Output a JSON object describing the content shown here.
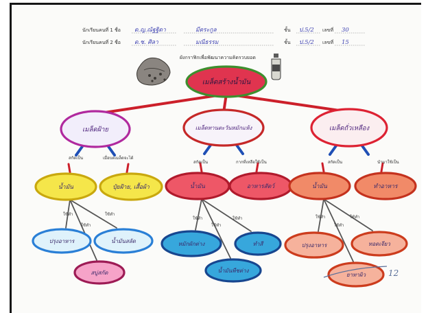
{
  "header": {
    "student1": {
      "prefix": "นักเรียนคนที่ 1 ชื่อ",
      "name": "ด.ญ.ณัฐฐิดา",
      "surname": "มีตระกูล",
      "class_label": "ชั้น",
      "class": "ป.5/2",
      "no_label": "เลขที่",
      "no": "30"
    },
    "student2": {
      "prefix": "นักเรียนคนที่ 2 ชื่อ",
      "name": "ด.ช. ศิลา",
      "surname": "มณีธรรม",
      "class_label": "ชั้น",
      "class": "ป.5/2",
      "no_label": "เลขที่",
      "no": "15"
    }
  },
  "diagram_title": "ผังกราฟิกเพื่อพัฒนาความคิดรวบยอด",
  "root": {
    "label": "เมล็ดสร้างน้ำมัน",
    "fill": "#e0344f",
    "ring": "#3d8f2e"
  },
  "branches": [
    {
      "label": "เมล็ดฝ้าย",
      "fill": "#f2eefb",
      "ring": "#b0299e",
      "edge": "#cc1f2a",
      "sub_labels": [
        "สกัดเป็น",
        "เมื่อบดเมล็ดจะได้"
      ],
      "children": [
        {
          "label": "น้ำมัน",
          "fill": "#f5e64a",
          "ring": "#c9a80e"
        },
        {
          "label": "ปุ๋ยฝ้าย, เสื้อผ้า",
          "fill": "#f5e64a",
          "ring": "#c9a80e"
        }
      ],
      "use_labels": [
        "ใช้ทำ",
        "ใช้ทำ",
        "ใช้ทำ"
      ],
      "grandchildren": [
        {
          "label": "ปรุงอาหาร",
          "fill": "#dff2fb",
          "ring": "#2a7fd6"
        },
        {
          "label": "น้ำมันสลัด",
          "fill": "#dff2fb",
          "ring": "#2a7fd6"
        },
        {
          "label": "สบู่สกัด",
          "fill": "#f6a3c8",
          "ring": "#9d1b55"
        }
      ]
    },
    {
      "label": "เมล็ดทานตะวันหมักแห้ง",
      "fill": "#f7f3fa",
      "ring": "#c52828",
      "edge": "#cc1f2a",
      "sub_labels": [
        "สกัดเป็น",
        "กากที่เหลือใช้เป็น"
      ],
      "children": [
        {
          "label": "น้ำมัน",
          "fill": "#ee5767",
          "ring": "#b01a2c"
        },
        {
          "label": "อาหารสัตว์",
          "fill": "#ee5767",
          "ring": "#b01a2c"
        }
      ],
      "use_labels": [
        "ใช้ทำ",
        "ใช้ทำ",
        "ใช้ทำ"
      ],
      "grandchildren": [
        {
          "label": "หมักผักต่าง",
          "fill": "#37a7dc",
          "ring": "#17468f"
        },
        {
          "label": "ทำสี",
          "fill": "#37a7dc",
          "ring": "#17468f"
        },
        {
          "label": "น้ำมันพืชต่าง",
          "fill": "#37a7dc",
          "ring": "#17468f"
        }
      ]
    },
    {
      "label": "เมล็ดถั่วเหลือง",
      "fill": "#fbeef0",
      "ring": "#dd2233",
      "edge": "#cc1f2a",
      "sub_labels": [
        "สกัดเป็น",
        "นำมาใช้เป็น"
      ],
      "children": [
        {
          "label": "น้ำมัน",
          "fill": "#f18a68",
          "ring": "#c4321e"
        },
        {
          "label": "ทำอาหาร",
          "fill": "#f18a68",
          "ring": "#c4321e"
        }
      ],
      "use_labels": [
        "ใช้ทำ",
        "ใช้ทำ",
        "ใช้ทำ"
      ],
      "grandchildren": [
        {
          "label": "ปรุงอาหาร",
          "fill": "#f6b29c",
          "ring": "#cc3c1d"
        },
        {
          "label": "ทอดเจียว",
          "fill": "#f6b29c",
          "ring": "#cc3c1d"
        },
        {
          "label": "ยาทาผิว",
          "fill": "#f6b29c",
          "ring": "#cc3c1d"
        }
      ]
    }
  ],
  "colors": {
    "connector": "#1f4fb5",
    "teacher_mark": "#5a6f99"
  },
  "score_mark": "12"
}
